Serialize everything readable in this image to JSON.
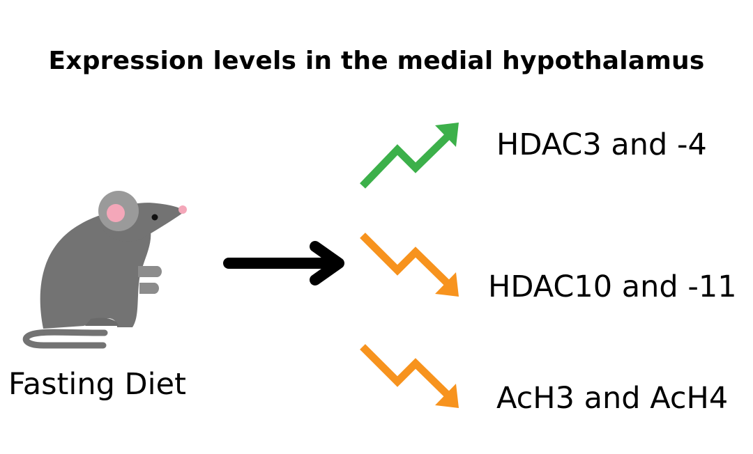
{
  "title": "Expression levels in the medial hypothalamus",
  "subject": {
    "label": "Fasting Diet",
    "icon": "mouse-icon"
  },
  "outcomes": [
    {
      "label": "HDAC3 and -4",
      "direction": "up",
      "color": "#3cb04a"
    },
    {
      "label": "HDAC10 and -11",
      "direction": "down",
      "color": "#f7931e"
    },
    {
      "label": "AcH3 and AcH4",
      "direction": "down",
      "color": "#f7931e"
    }
  ],
  "colors": {
    "up": "#3cb04a",
    "down": "#f7931e",
    "mouse_body": "#737373",
    "mouse_ear_inner": "#f4a7b9",
    "arrow": "#000000"
  }
}
